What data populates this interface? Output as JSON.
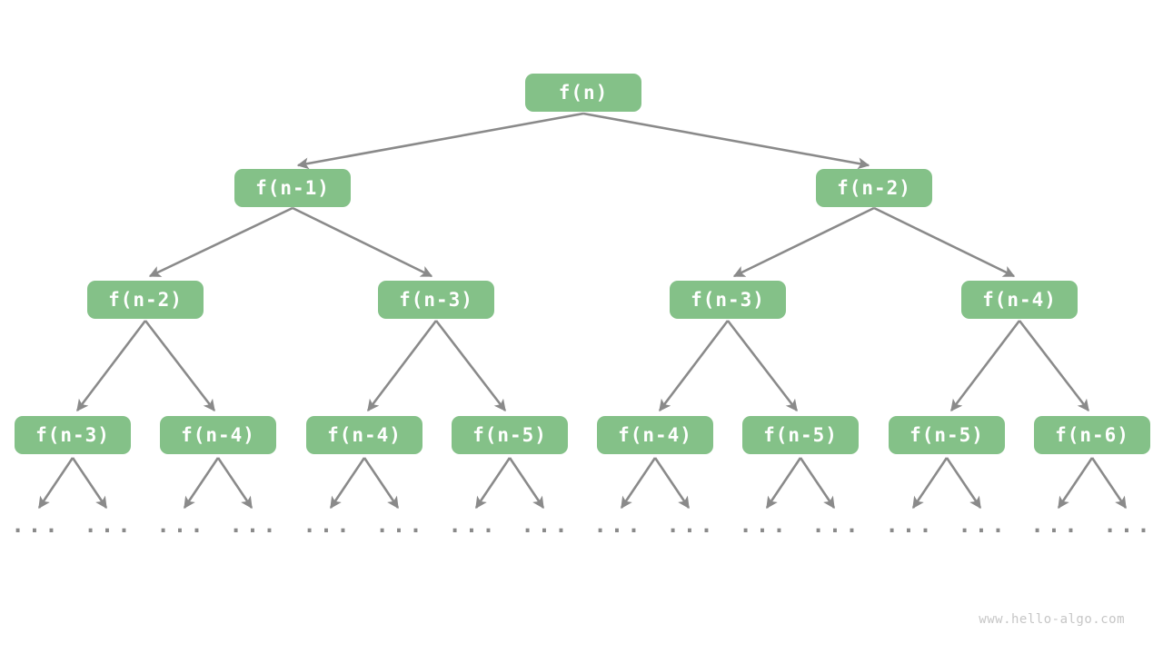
{
  "colors": {
    "node_fill": "#84c188",
    "node_text": "#ffffff",
    "arrow": "#8a8a8a",
    "ellipsis": "#8a8a8a",
    "watermark_text_color": "#c6c6c6",
    "background": "#ffffff"
  },
  "watermark": "www.hello-algo.com",
  "tree": {
    "ellipsis": "...",
    "levels": [
      {
        "nodes": [
          {
            "label": "f(n)"
          }
        ]
      },
      {
        "nodes": [
          {
            "label": "f(n-1)"
          },
          {
            "label": "f(n-2)"
          }
        ]
      },
      {
        "nodes": [
          {
            "label": "f(n-2)"
          },
          {
            "label": "f(n-3)"
          },
          {
            "label": "f(n-3)"
          },
          {
            "label": "f(n-4)"
          }
        ]
      },
      {
        "nodes": [
          {
            "label": "f(n-3)"
          },
          {
            "label": "f(n-4)"
          },
          {
            "label": "f(n-4)"
          },
          {
            "label": "f(n-5)"
          },
          {
            "label": "f(n-4)"
          },
          {
            "label": "f(n-5)"
          },
          {
            "label": "f(n-5)"
          },
          {
            "label": "f(n-6)"
          }
        ]
      }
    ]
  }
}
